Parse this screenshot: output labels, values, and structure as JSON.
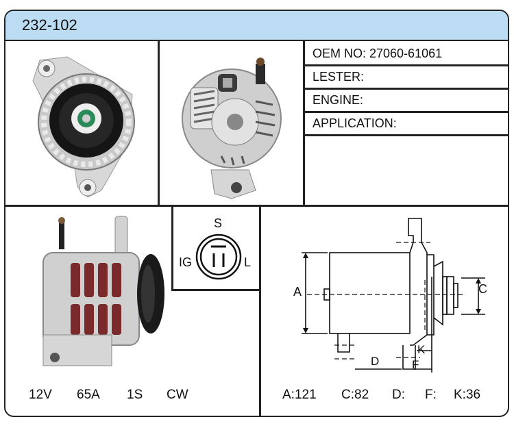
{
  "title": "232-102",
  "specs": {
    "oem": "OEM NO: 27060-61061",
    "lester": "LESTER:",
    "engine": "ENGINE:",
    "application": "APPLICATION:"
  },
  "plug": {
    "top": "S",
    "left": "IG",
    "right": "L"
  },
  "ratings": {
    "voltage": "12V",
    "amperage": "65A",
    "pulley": "1S",
    "rotation": "CW"
  },
  "diagram_labels": {
    "a": "A",
    "c": "C",
    "d": "D",
    "f": "F",
    "k": "K"
  },
  "dimensions": {
    "a": "A:121",
    "c": "C:82",
    "d": "D:",
    "f": "F:",
    "k": "K:36"
  }
}
